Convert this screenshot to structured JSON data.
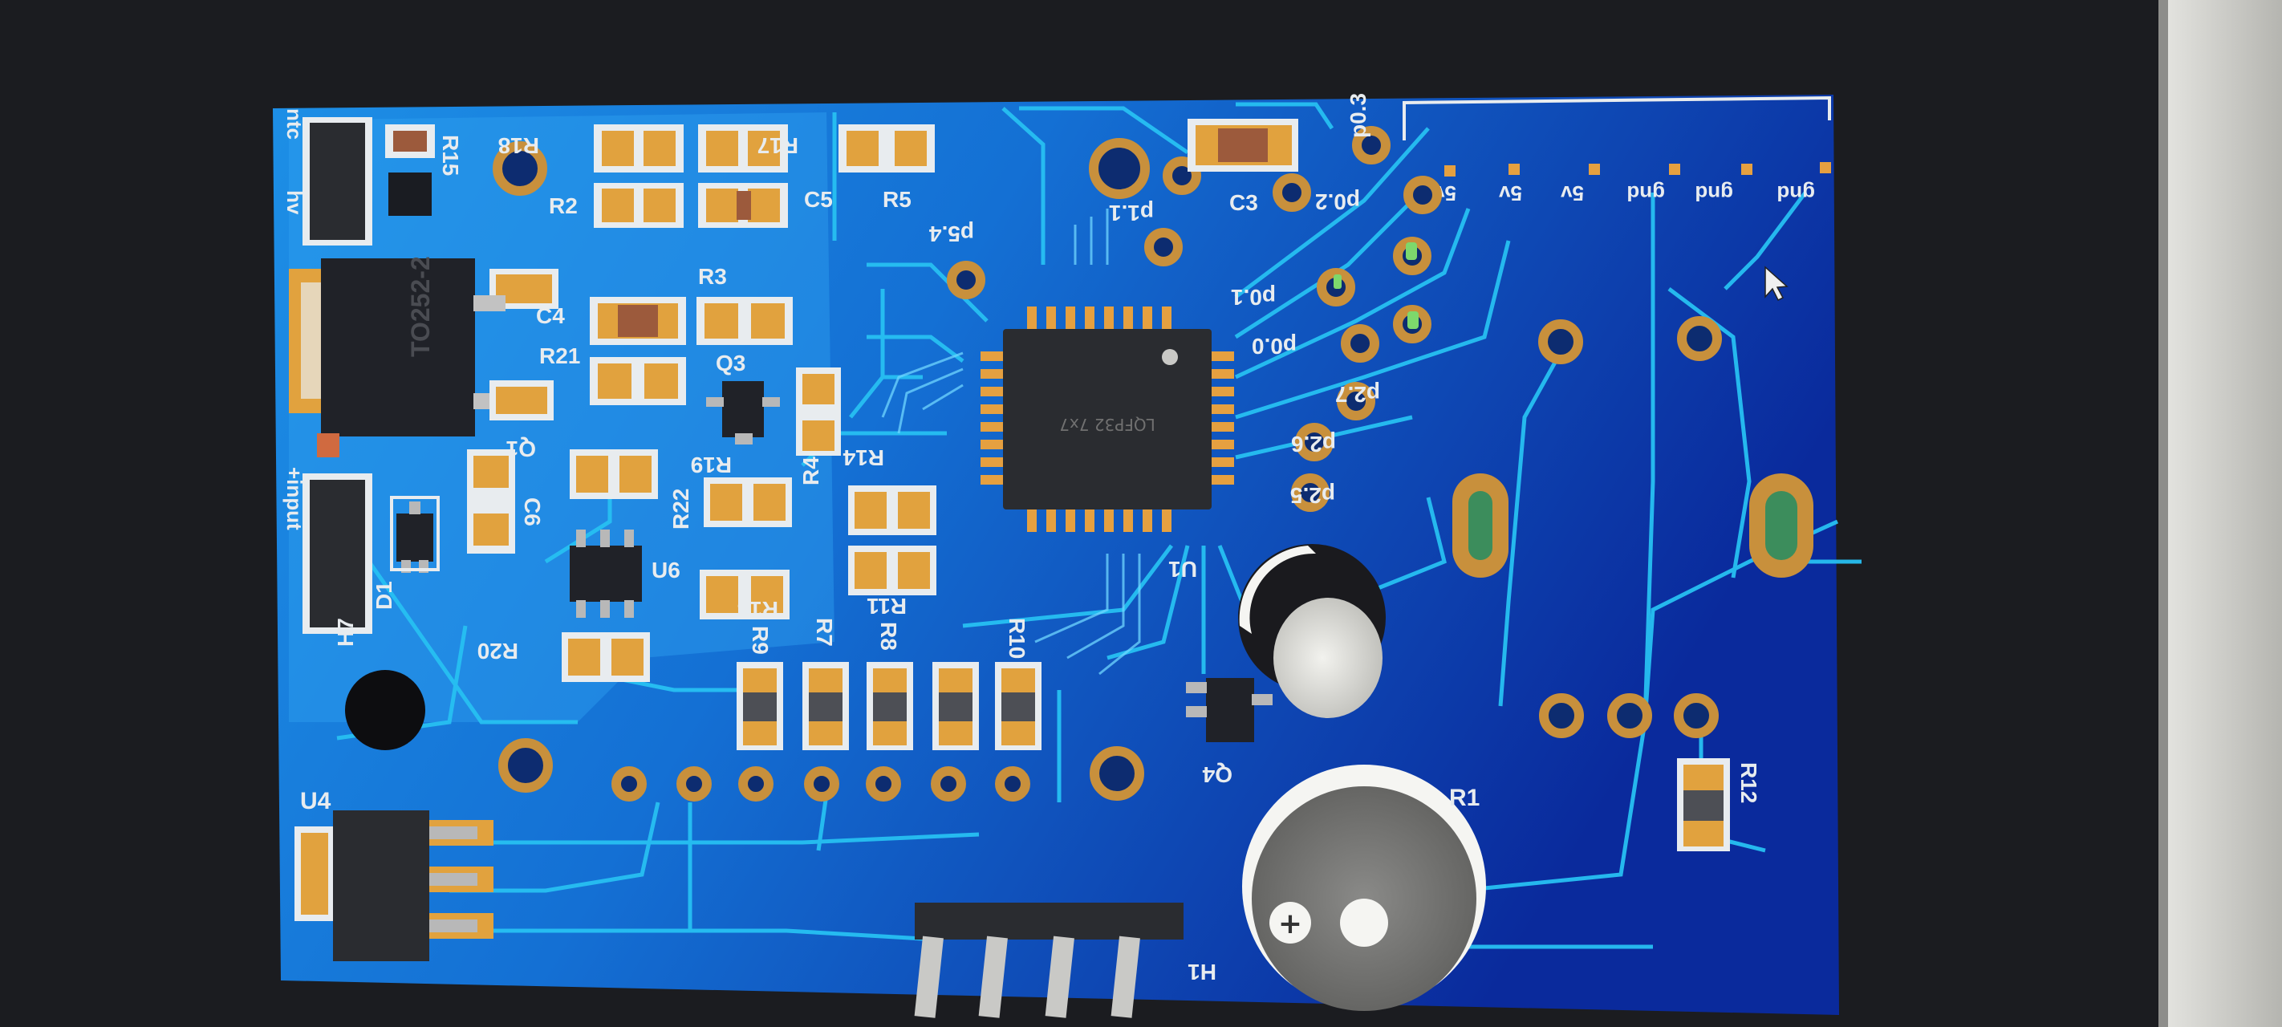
{
  "colors": {
    "background": "#1b1c20",
    "board_light": "#1d8fe6",
    "board_dark": "#0a2a9c",
    "trace": "#27c0f2",
    "pad_gold": "#c8903c",
    "silkscreen": "#e8ecef",
    "chip_body": "#2a2c30",
    "monitor_bezel": "#c9c9c6"
  },
  "components": {
    "R15": "R15",
    "R18": "R18",
    "R17": "R17",
    "R2": "R2",
    "C5": "C5",
    "R5": "R5",
    "R3": "R3",
    "C4": "C4",
    "R21": "R21",
    "Q3": "Q3",
    "Q1": "Q1",
    "R19": "R19",
    "R4": "R4",
    "R14": "R14",
    "R22": "R22",
    "C6": "C6",
    "U6": "U6",
    "D1": "D1",
    "H7": "H7",
    "R20": "R20",
    "R9": "R9",
    "R13": "R13",
    "R7": "R7",
    "R8": "R8",
    "R11": "R11",
    "R10": "R10",
    "U1": "U1",
    "Q4": "Q4",
    "R1": "R1",
    "R12": "R12",
    "U4": "U4",
    "H1": "H1",
    "C3": "C3",
    "TO252": "TO252-2",
    "chip": "LQFP32 7x7"
  },
  "pins": {
    "p0.3": "p0.3",
    "p0.2": "p0.2",
    "p1.1": "p1.1",
    "p5.4": "p5.4",
    "p0.1": "p0.1",
    "p0.0": "p0.0",
    "p2.7": "p2.7",
    "p2.6": "p2.6",
    "p2.5": "p2.5"
  },
  "header_labels": [
    "5v",
    "5v",
    "5v",
    "gnd",
    "gnd",
    "gnd"
  ],
  "connector_labels": {
    "ntc": "ntc",
    "hv": "hv",
    "input": "+input"
  }
}
